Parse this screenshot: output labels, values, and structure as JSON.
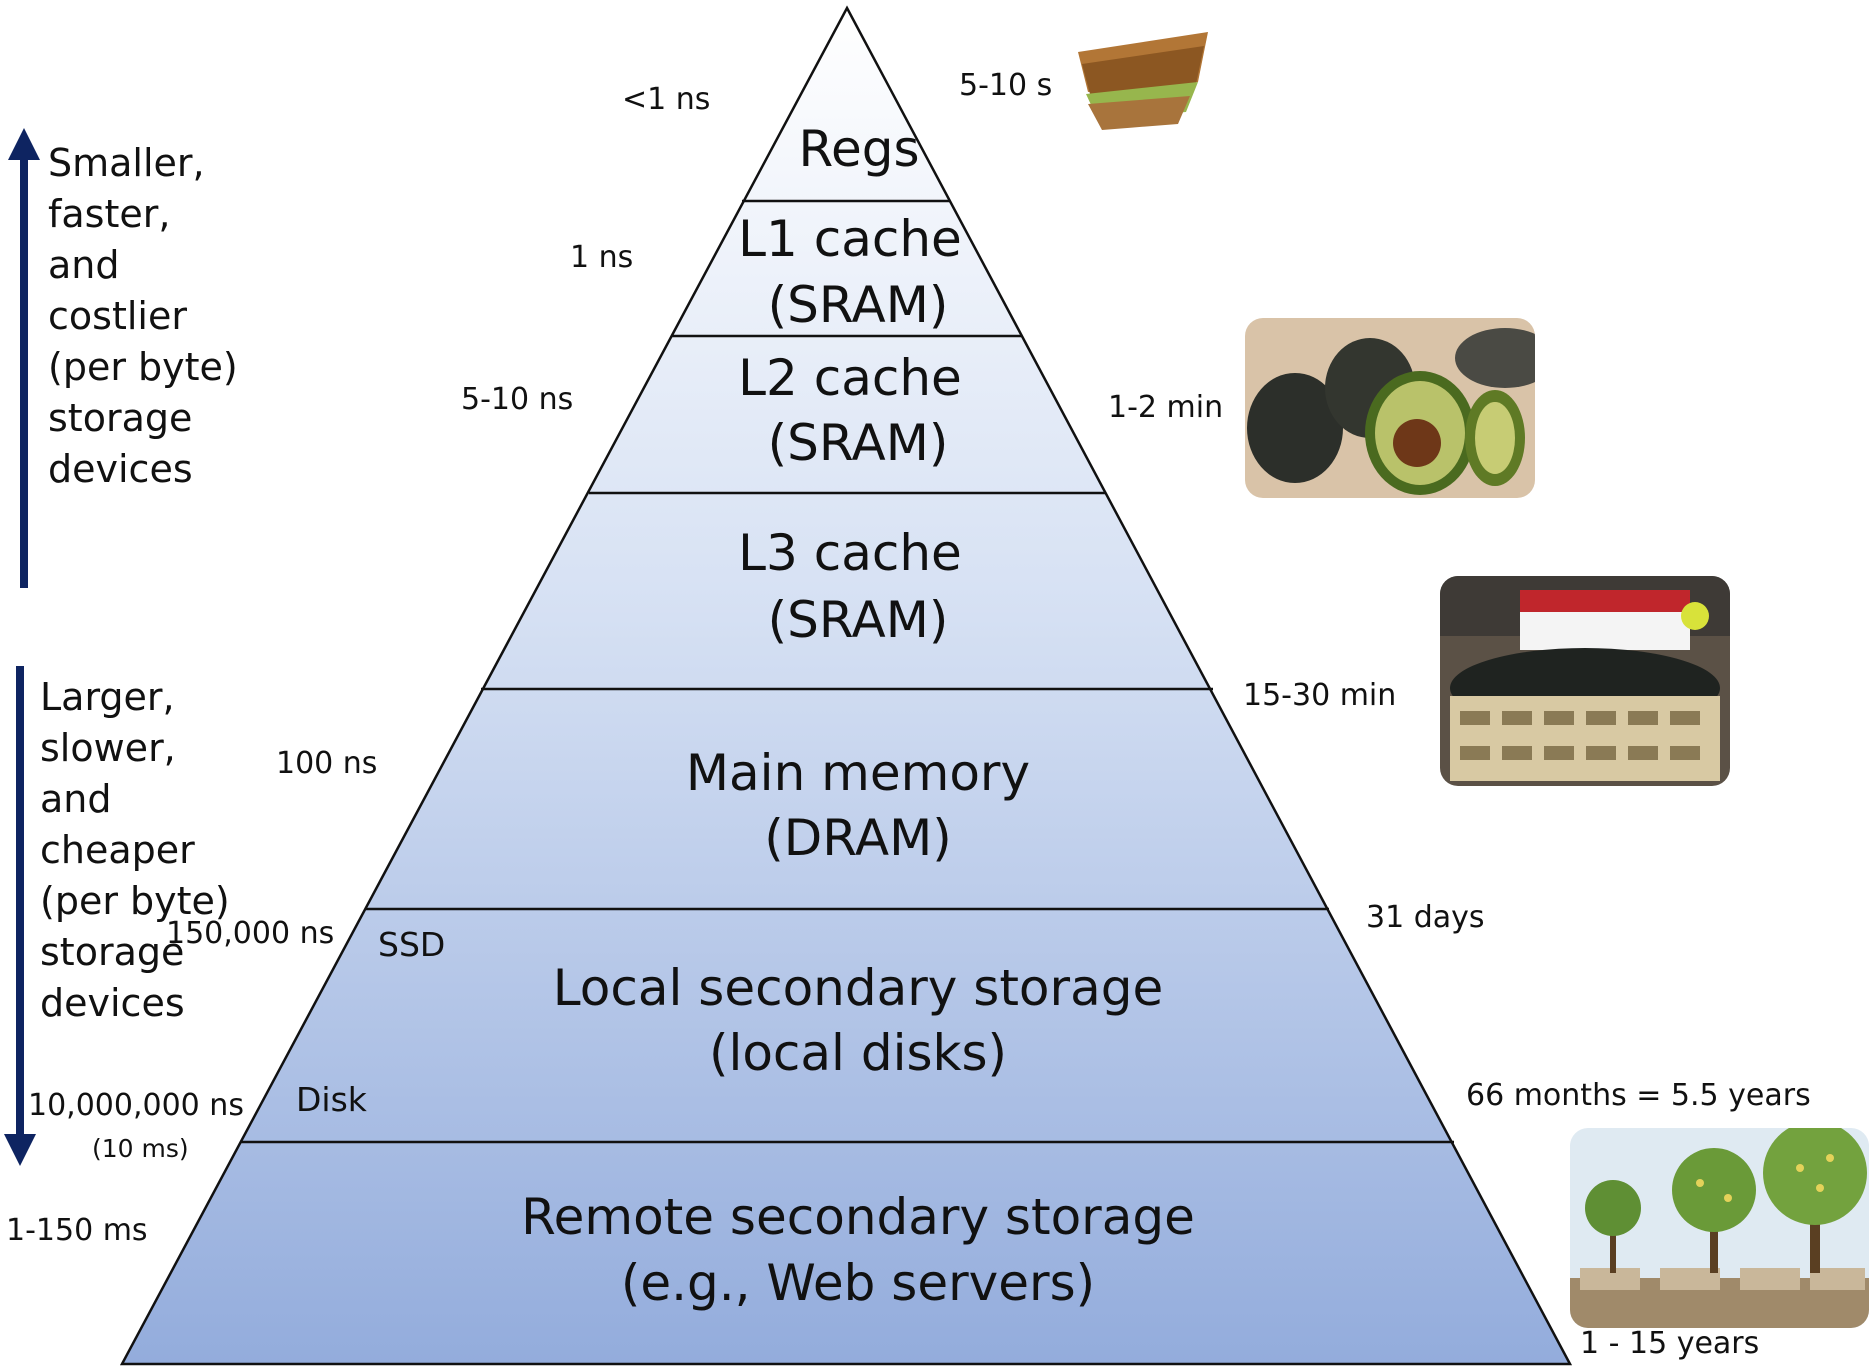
{
  "colors": {
    "arrow": "#0e2461",
    "outline": "#111111",
    "fill_top": "#ffffff",
    "fill_bottom": "#93acdc"
  },
  "levels": [
    {
      "name": "regs",
      "line1": "Regs",
      "line2": ""
    },
    {
      "name": "l1",
      "line1": "L1 cache",
      "line2": "(SRAM)"
    },
    {
      "name": "l2",
      "line1": "L2 cache",
      "line2": "(SRAM)"
    },
    {
      "name": "l3",
      "line1": "L3 cache",
      "line2": "(SRAM)"
    },
    {
      "name": "main-memory",
      "line1": "Main memory",
      "line2": "(DRAM)"
    },
    {
      "name": "local-secondary",
      "line1": "Local secondary storage",
      "line2": "(local disks)"
    },
    {
      "name": "remote-secondary",
      "line1": "Remote secondary storage",
      "line2": "(e.g., Web servers)"
    }
  ],
  "sublabels": {
    "ssd": "SSD",
    "disk": "Disk"
  },
  "latencies": {
    "regs": "<1 ns",
    "l1": "1 ns",
    "l2": "5-10 ns",
    "main_memory": "100 ns",
    "ssd": "150,000 ns",
    "disk": "10,000,000 ns",
    "disk_ms": "(10 ms)",
    "remote": "1-150 ms"
  },
  "analogies": {
    "regs": "5-10 s",
    "l2": "1-2 min",
    "l3": "15-30 min",
    "main_memory": "31 days",
    "disk": "66 months = 5.5 years",
    "remote": "1 - 15 years"
  },
  "side": {
    "top": "Smaller,\nfaster,\nand\ncostlier\n(per byte)\nstorage\ndevices",
    "bottom": "Larger,\nslower,\nand\ncheaper\n(per byte)\nstorage\ndevices"
  },
  "images": {
    "sandwich": "sandwich-icon",
    "avocados": "avocado-icon",
    "market": "avocado-market-icon",
    "trees": "avocado-trees-icon"
  }
}
